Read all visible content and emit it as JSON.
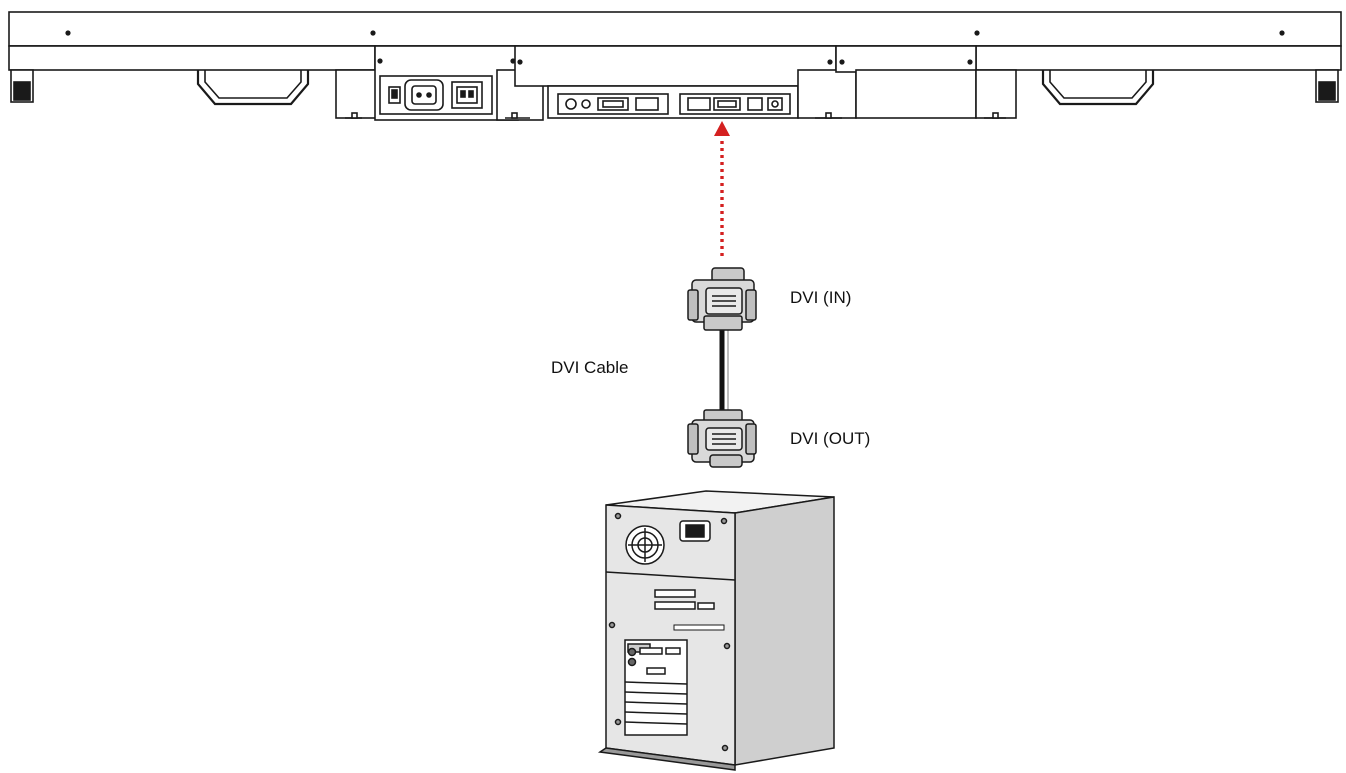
{
  "labels": {
    "dvi_in": "DVI (IN)",
    "dvi_out": "DVI (OUT)",
    "dvi_cable": "DVI Cable"
  },
  "colors": {
    "arrow": "#d42020",
    "outline": "#1a1a1a",
    "panel_fill": "#ffffff",
    "pc_face": "#e6e6e6",
    "pc_side": "#cfcfcf",
    "connector": "#d9d9d9"
  },
  "icons": {
    "display": "display-rear-panel-icon",
    "connector_in": "dvi-connector-icon",
    "connector_out": "dvi-connector-icon",
    "computer": "desktop-tower-icon",
    "arrow": "dotted-arrow-up-icon"
  }
}
